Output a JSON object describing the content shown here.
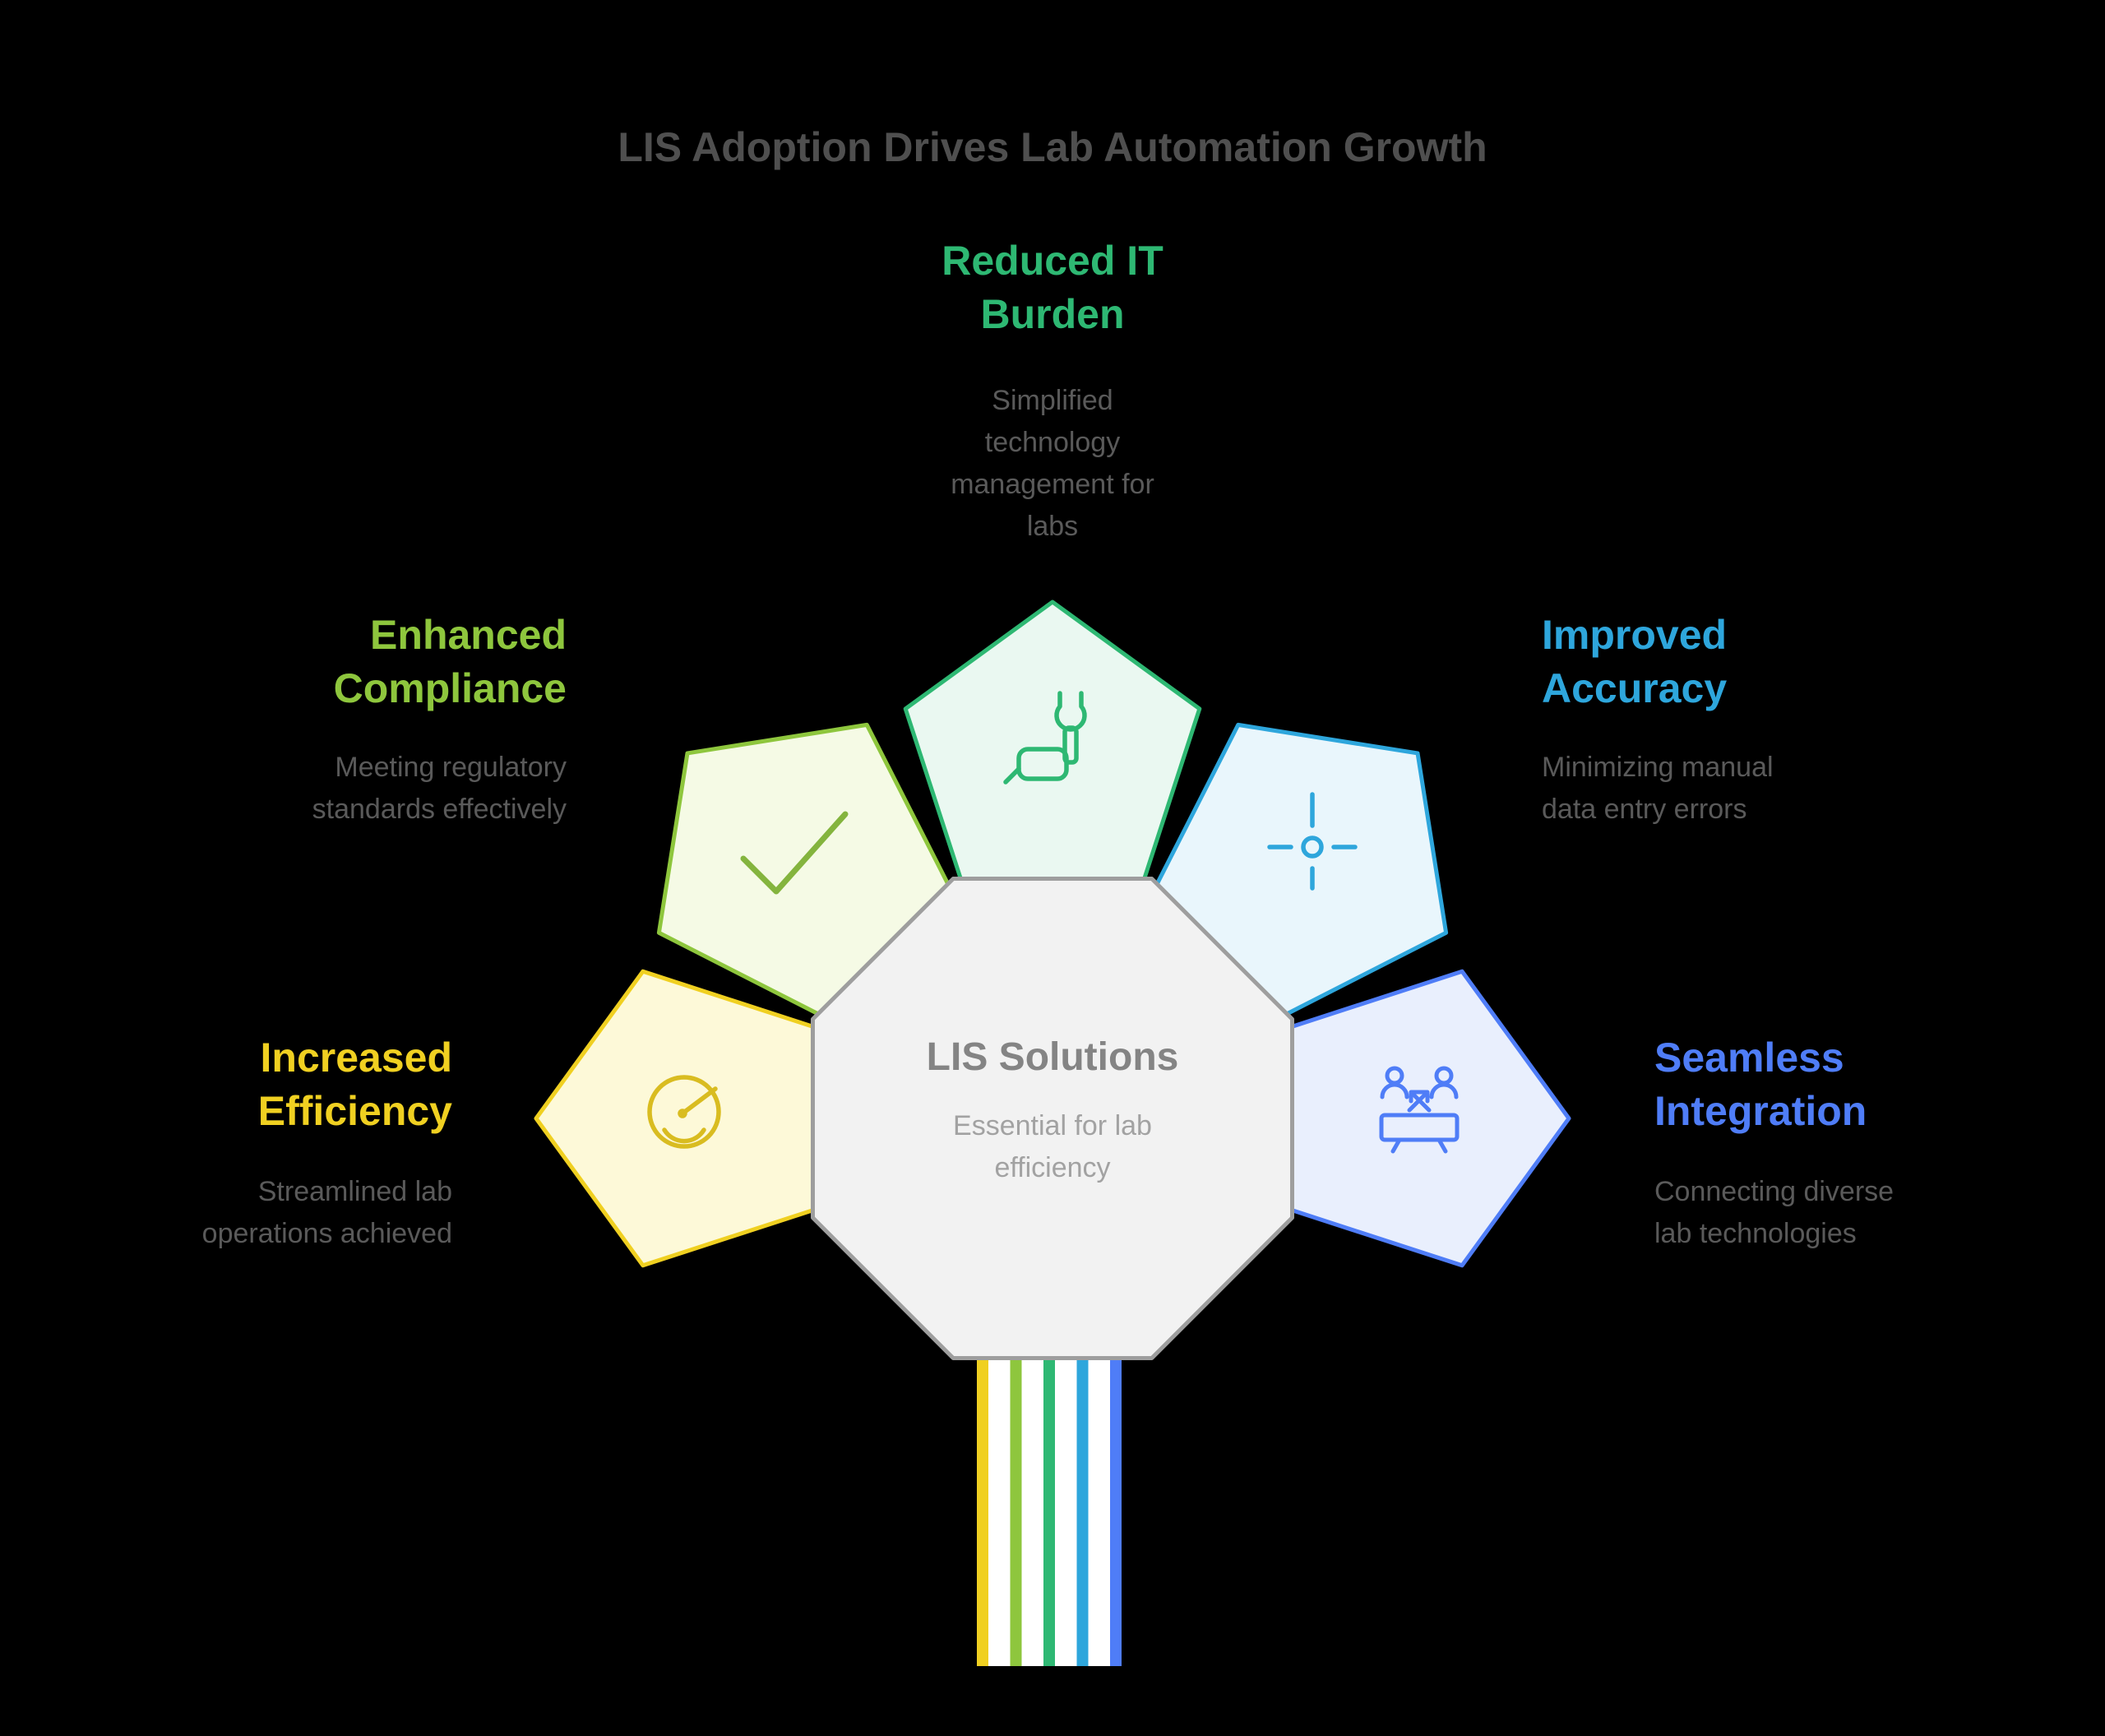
{
  "title": "LIS Adoption Drives Lab Automation Growth",
  "title_color": "#4f4f4f",
  "description_color": "#5a5a5a",
  "center": {
    "heading": "LIS Solutions",
    "subheading": "Essential for lab\nefficiency",
    "fill": "#f2f2f2",
    "stroke": "#9e9e9e",
    "heading_color": "#848484",
    "subheading_color": "#a2a2a2"
  },
  "benefits": [
    {
      "id": "reduced-it-burden",
      "heading": "Reduced IT\nBurden",
      "description": "Simplified\ntechnology\nmanagement for\nlabs",
      "color": "#2eb873",
      "shape_fill": "#eaf8f1",
      "icon": "wrench-hand-icon",
      "icon_color": "#2eb873"
    },
    {
      "id": "enhanced-compliance",
      "heading": "Enhanced\nCompliance",
      "description": "Meeting regulatory\nstandards effectively",
      "color": "#8ec63d",
      "shape_fill": "#f5fae5",
      "icon": "checkmark-icon",
      "icon_color": "#84b43e"
    },
    {
      "id": "improved-accuracy",
      "heading": "Improved\nAccuracy",
      "description": "Minimizing manual\ndata entry errors",
      "color": "#2ea6dc",
      "shape_fill": "#e9f6fc",
      "icon": "crosshair-icon",
      "icon_color": "#2ea6dc"
    },
    {
      "id": "increased-efficiency",
      "heading": "Increased\nEfficiency",
      "description": "Streamlined lab\noperations achieved",
      "color": "#f0d021",
      "shape_fill": "#fdf9d8",
      "icon": "gauge-icon",
      "icon_color": "#d9bc20"
    },
    {
      "id": "seamless-integration",
      "heading": "Seamless\nIntegration",
      "description": "Connecting diverse\nlab technologies",
      "color": "#4f7df7",
      "shape_fill": "#e9effd",
      "icon": "people-monitor-icon",
      "icon_color": "#4f7df7"
    }
  ],
  "trunk_colors": [
    "#f0d021",
    "#8ec63d",
    "#2eb873",
    "#2ea6dc",
    "#4f7df7"
  ]
}
